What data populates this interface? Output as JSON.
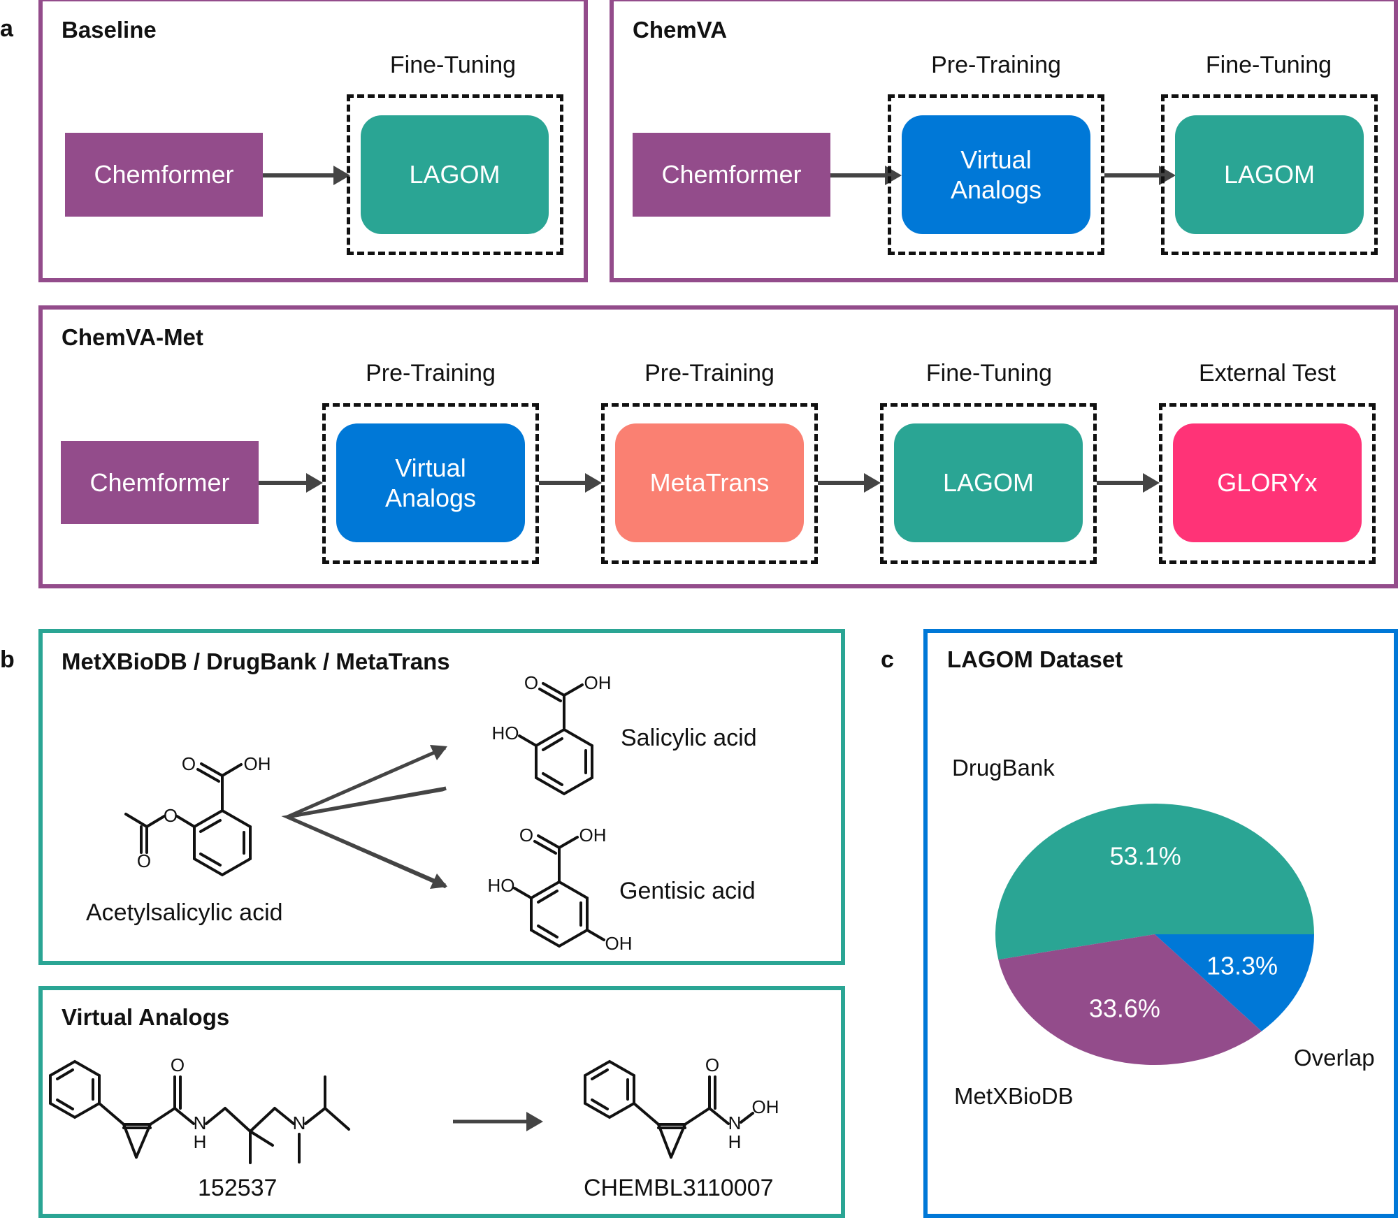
{
  "panel_letters": {
    "a": "a",
    "b": "b",
    "c": "c"
  },
  "colors": {
    "chemformer": "#934c8b",
    "virtual_analogs": "#0078d7",
    "metatrans": "#fa8072",
    "lagom": "#2aa594",
    "gloryx": "#ff3377",
    "frame_a": "#934c8b",
    "frame_b": "#2aa594",
    "frame_c": "#0078d7"
  },
  "baseline": {
    "title": "Baseline",
    "source": "Chemformer",
    "stages": [
      {
        "label": "Fine-Tuning",
        "node": "LAGOM"
      }
    ]
  },
  "chemva": {
    "title": "ChemVA",
    "source": "Chemformer",
    "stages": [
      {
        "label": "Pre-Training",
        "node_line1": "Virtual",
        "node_line2": "Analogs"
      },
      {
        "label": "Fine-Tuning",
        "node": "LAGOM"
      }
    ]
  },
  "chemva_met": {
    "title": "ChemVA-Met",
    "source": "Chemformer",
    "stages": [
      {
        "label": "Pre-Training",
        "node_line1": "Virtual",
        "node_line2": "Analogs"
      },
      {
        "label": "Pre-Training",
        "node": "MetaTrans"
      },
      {
        "label": "Fine-Tuning",
        "node": "LAGOM"
      },
      {
        "label": "External Test",
        "node": "GLORYx"
      }
    ]
  },
  "panel_b_top": {
    "title": "MetXBioDB / DrugBank / MetaTrans",
    "parent": "Acetylsalicylic acid",
    "products": [
      "Salicylic acid",
      "Gentisic acid"
    ],
    "atoms": {
      "O": "O",
      "OH": "OH",
      "HO": "HO"
    }
  },
  "panel_b_bottom": {
    "title": "Virtual Analogs",
    "parent_id": "152537",
    "analog_id": "CHEMBL3110007",
    "atoms": {
      "O": "O",
      "N": "N",
      "H": "H",
      "OH": "OH"
    }
  },
  "chart_data": {
    "type": "pie",
    "title": "LAGOM Dataset",
    "categories": [
      "DrugBank",
      "MetXBioDB",
      "Overlap"
    ],
    "values": [
      53.1,
      33.6,
      13.3
    ],
    "value_labels": [
      "53.1%",
      "33.6%",
      "13.3%"
    ],
    "colors": [
      "#2aa594",
      "#934c8b",
      "#0078d7"
    ],
    "start_angle_deg": 0,
    "direction": "counterclockwise",
    "legend": "none (labels outside slices)"
  }
}
